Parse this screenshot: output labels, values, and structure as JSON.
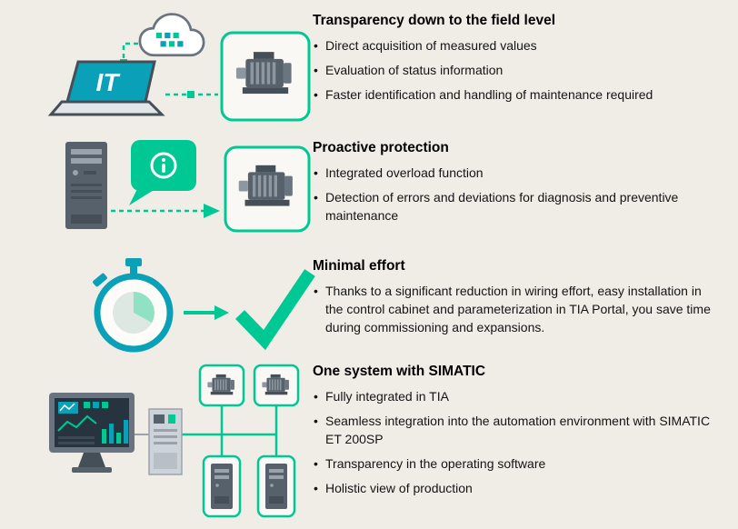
{
  "palette": {
    "background": "#f0ede7",
    "mint": "#00c895",
    "teal": "#0aa0b8",
    "dark_gray": "#57616c",
    "light_gray": "#9aa3ac",
    "text": "#141414"
  },
  "laptop_label": "IT",
  "sections": [
    {
      "id": "transparency",
      "icon": "cloud-laptop-motor",
      "title": "Transparency down to the field level",
      "bullets": [
        "Direct acquisition of measured values",
        "Evaluation of status information",
        "Faster identification and handling of maintenance required"
      ]
    },
    {
      "id": "proactive-protection",
      "icon": "server-message-motor",
      "title": "Proactive protection",
      "bullets": [
        "Integrated overload function",
        "Detection of errors and deviations for diagnosis and preventive maintenance"
      ]
    },
    {
      "id": "minimal-effort",
      "icon": "stopwatch-arrow-checkmark",
      "title": "Minimal effort",
      "bullets": [
        "Thanks to a significant reduction in wiring effort, easy installation in the control cabinet and parameterization in TIA Portal, you save time during commissioning and expansions."
      ]
    },
    {
      "id": "one-system",
      "icon": "monitor-plc-network",
      "title": "One system with SIMATIC",
      "bullets": [
        "Fully integrated in TIA",
        "Seamless integration into the automation environment with SIMATIC ET 200SP",
        "Transparency in the operating software",
        "Holistic view of production"
      ]
    }
  ]
}
